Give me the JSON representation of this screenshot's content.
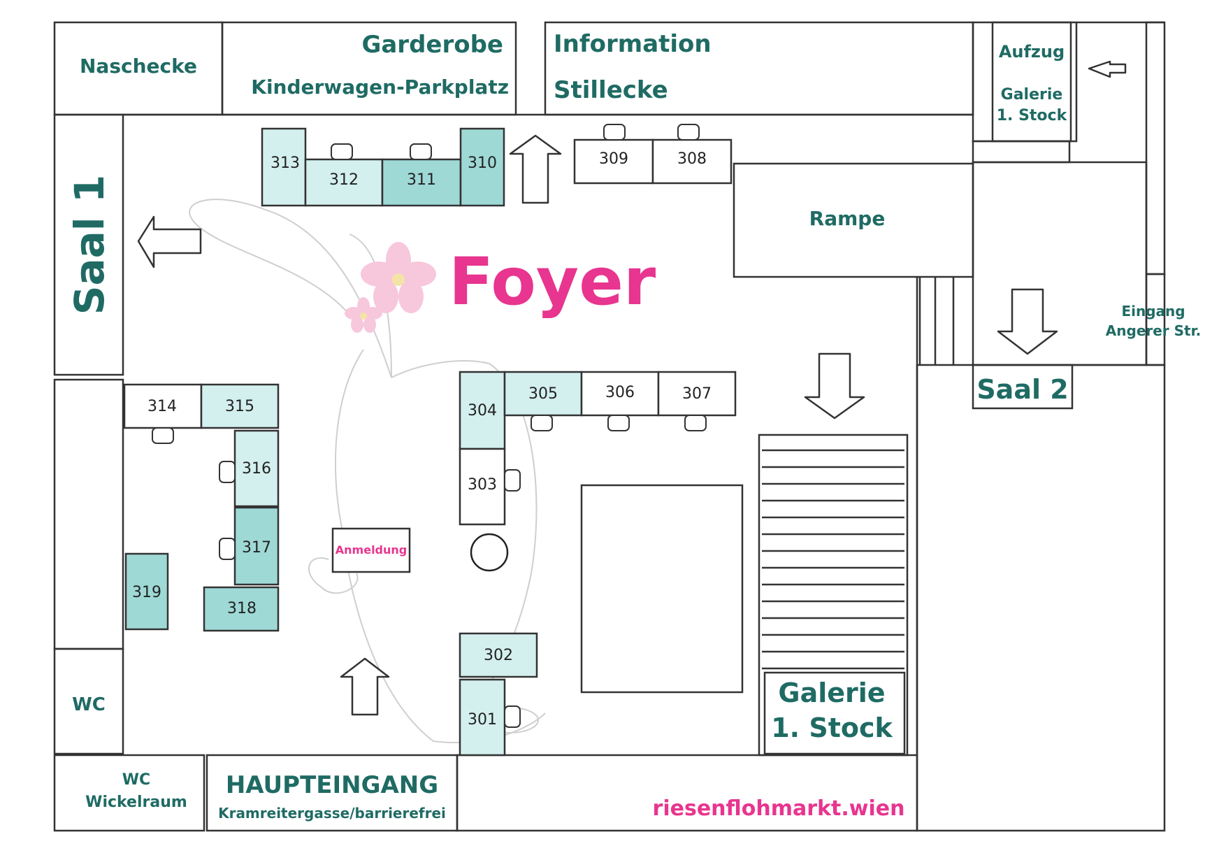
{
  "colors": {
    "teal": "#1f6b64",
    "pink": "#e8358f",
    "stall_light": "#d3f0ee",
    "stall_dark": "#9ed9d6"
  },
  "rooms": {
    "naschecke": "Naschecke",
    "garderobe": "Garderobe",
    "kinderwagen": "Kinderwagen-Parkplatz",
    "information": "Information",
    "stillecke": "Stillecke",
    "aufzug": "Aufzug",
    "galerie_small_1": "Galerie",
    "galerie_small_2": "1. Stock",
    "saal1": "Saal 1",
    "rampe": "Rampe",
    "foyer": "Foyer",
    "eingang_1": "Eingang",
    "eingang_2": "Angerer Str.",
    "saal2": "Saal 2",
    "anmeldung": "Anmeldung",
    "wc": "WC",
    "wc2": "WC",
    "wickelraum": "Wickelraum",
    "haupteingang": "HAUPTEINGANG",
    "kramreiter": "Kramreitergasse/barrierefrei",
    "galerie_big_1": "Galerie",
    "galerie_big_2": "1. Stock",
    "website": "riesenflohmarkt.wien"
  },
  "stalls": {
    "s301": "301",
    "s302": "302",
    "s303": "303",
    "s304": "304",
    "s305": "305",
    "s306": "306",
    "s307": "307",
    "s308": "308",
    "s309": "309",
    "s310": "310",
    "s311": "311",
    "s312": "312",
    "s313": "313",
    "s314": "314",
    "s315": "315",
    "s316": "316",
    "s317": "317",
    "s318": "318",
    "s319": "319"
  },
  "icons": [
    "arrow-icon",
    "chair-icon",
    "flower-icon",
    "bunny-watermark",
    "stairs-icon",
    "pillar-icon"
  ]
}
